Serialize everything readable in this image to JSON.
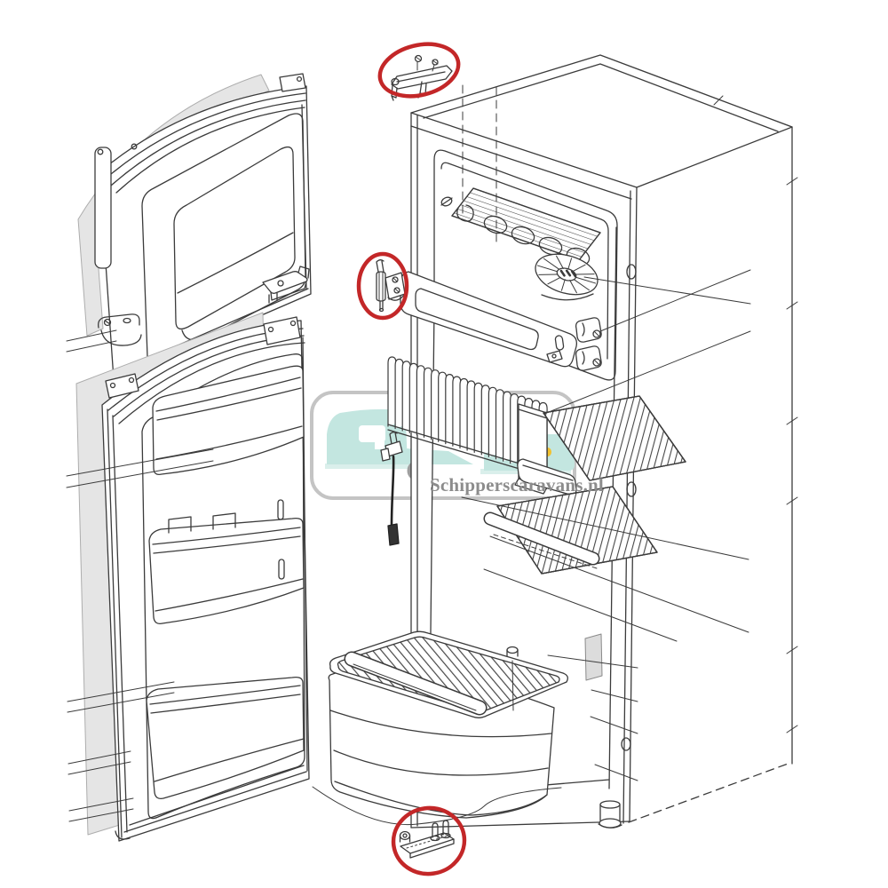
{
  "page": {
    "background": "#ffffff",
    "kind": "exploded-parts-diagram",
    "subject": "caravan-refrigerator"
  },
  "watermark": {
    "text": "Schipperscaravans.nl",
    "text_color": "#8c8c8c",
    "frame_color": "#c4c4c4",
    "vehicle_color": "#c3e6e0",
    "road_color": "#daefeb",
    "wheel_color": "#9e9e9e",
    "headlight_color": "#f2c12e"
  },
  "lineart": {
    "stroke_color": "#3b3b3b",
    "panel_fill": "#e5e5e5",
    "label_fill": "#dcdcdc"
  },
  "highlight": {
    "circle_color": "#c32728",
    "circled_parts": [
      {
        "id": "top-mounting-bracket",
        "location": "top-center"
      },
      {
        "id": "door-hinge-pin",
        "location": "middle-left"
      },
      {
        "id": "bottom-hinge-bracket",
        "location": "bottom-center"
      }
    ]
  },
  "parts": [
    {
      "id": "freezer-door"
    },
    {
      "id": "freezer-door-latch"
    },
    {
      "id": "door-hinge-bracket"
    },
    {
      "id": "main-door"
    },
    {
      "id": "upper-door-bin"
    },
    {
      "id": "middle-door-bin"
    },
    {
      "id": "lower-door-bin"
    },
    {
      "id": "cabinet"
    },
    {
      "id": "freezer-grill-shelf"
    },
    {
      "id": "cooling-fan"
    },
    {
      "id": "vent-trim-panel"
    },
    {
      "id": "hinge-covers"
    },
    {
      "id": "evaporator-fins"
    },
    {
      "id": "thermostat-sensor"
    },
    {
      "id": "drip-tray"
    },
    {
      "id": "wire-shelf-upper"
    },
    {
      "id": "wire-shelf-lower"
    },
    {
      "id": "crisper-wire-shelf"
    },
    {
      "id": "crisper-bin"
    },
    {
      "id": "shelf-pin"
    },
    {
      "id": "leveling-foot"
    }
  ]
}
